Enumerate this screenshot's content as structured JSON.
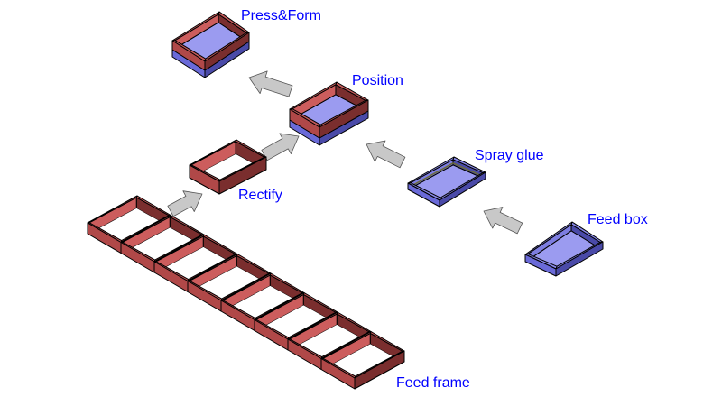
{
  "diagram": {
    "type": "process-flow",
    "colors": {
      "frame_top": "#c55a5a",
      "frame_left": "#b04848",
      "frame_right": "#7a2e2e",
      "frame_inner_light": "#cc5d5d",
      "box_face": "#9b9bf0",
      "box_left": "#6a6ad8",
      "box_right": "#4a4aa8",
      "glue_line": "#6b6b3a",
      "arrow_fill": "#c8c8c8",
      "arrow_stroke": "#555555",
      "label_color": "#0000ff"
    },
    "stations": [
      {
        "id": "press-form",
        "label": "Press&Form"
      },
      {
        "id": "position",
        "label": "Position"
      },
      {
        "id": "rectify",
        "label": "Rectify"
      },
      {
        "id": "spray-glue",
        "label": "Spray glue"
      },
      {
        "id": "feed-box",
        "label": "Feed box"
      },
      {
        "id": "feed-frame",
        "label": "Feed frame"
      }
    ],
    "feed_frame_cells": 8,
    "arrows": [
      {
        "from": "feed-frame",
        "to": "rectify"
      },
      {
        "from": "rectify",
        "to": "position"
      },
      {
        "from": "position",
        "to": "press-form"
      },
      {
        "from": "spray-glue",
        "to": "position"
      },
      {
        "from": "feed-box",
        "to": "spray-glue"
      }
    ]
  }
}
